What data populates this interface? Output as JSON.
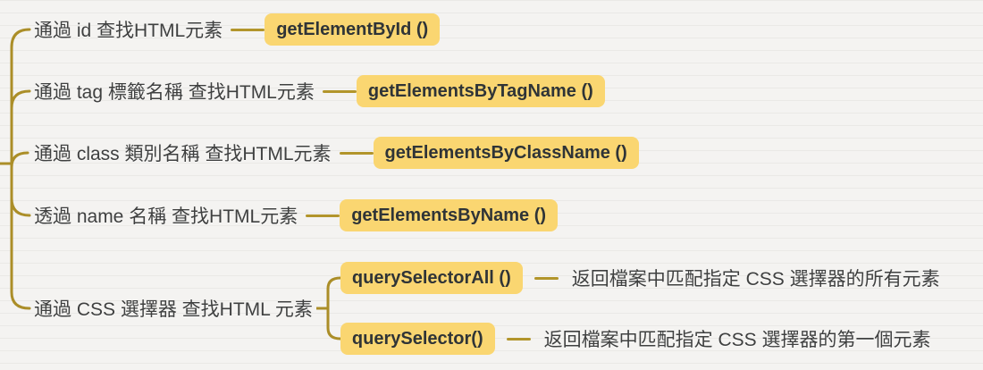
{
  "palette": {
    "background": "#f4f3f1",
    "line_gold": "#ab8e28",
    "dash_gold": "#b2952b",
    "node_fill": "#fad671",
    "node_text": "#2f3437",
    "label_text": "#3f4040"
  },
  "mindmap": {
    "branches": [
      {
        "label": "通過 id 查找HTML元素",
        "method": "getElementById ()"
      },
      {
        "label": "通過 tag 標籤名稱 查找HTML元素",
        "method": "getElementsByTagName ()"
      },
      {
        "label": "通過 class 類別名稱 查找HTML元素",
        "method": "getElementsByClassName ()"
      },
      {
        "label": "透過 name 名稱 查找HTML元素",
        "method": "getElementsByName ()"
      },
      {
        "label": "通過 CSS 選擇器 查找HTML 元素",
        "children": [
          {
            "method": "querySelectorAll ()",
            "description": "返回檔案中匹配指定 CSS 選擇器的所有元素"
          },
          {
            "method": "querySelector()",
            "description": "返回檔案中匹配指定 CSS 選擇器的第一個元素"
          }
        ]
      }
    ]
  }
}
